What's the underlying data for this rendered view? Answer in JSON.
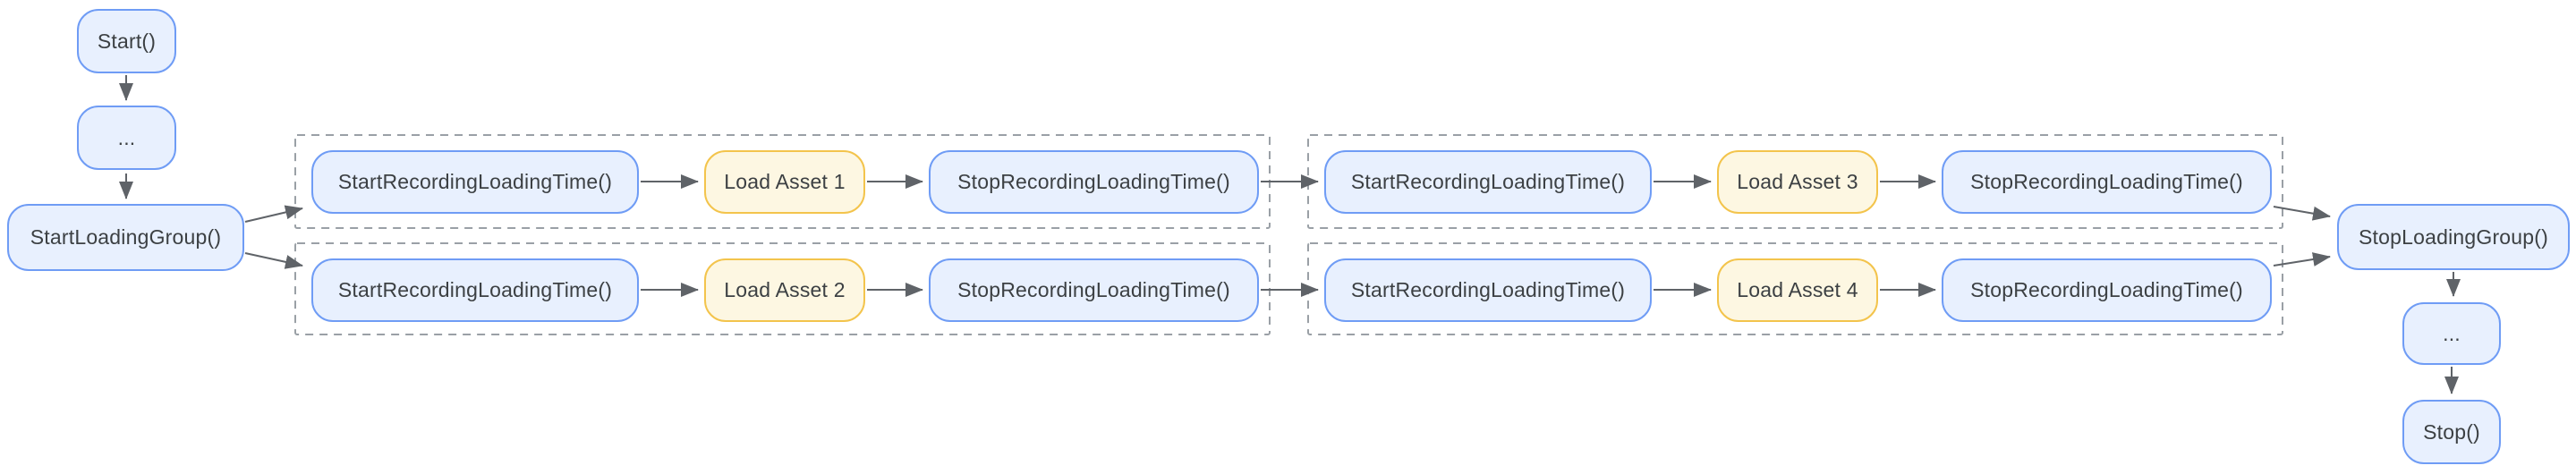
{
  "diagram": {
    "nodes": {
      "start": "Start()",
      "ellipsis_before_group": "...",
      "start_loading_group": "StartLoadingGroup()",
      "group1_row1_start_recording": "StartRecordingLoadingTime()",
      "group1_row1_load_asset": "Load Asset 1",
      "group1_row1_stop_recording": "StopRecordingLoadingTime()",
      "group1_row2_start_recording": "StartRecordingLoadingTime()",
      "group1_row2_load_asset": "Load Asset 2",
      "group1_row2_stop_recording": "StopRecordingLoadingTime()",
      "group2_row1_start_recording": "StartRecordingLoadingTime()",
      "group2_row1_load_asset": "Load Asset 3",
      "group2_row1_stop_recording": "StopRecordingLoadingTime()",
      "group2_row2_start_recording": "StartRecordingLoadingTime()",
      "group2_row2_load_asset": "Load Asset 4",
      "group2_row2_stop_recording": "StopRecordingLoadingTime()",
      "stop_loading_group": "StopLoadingGroup()",
      "ellipsis_after_group": "...",
      "stop": "Stop()"
    },
    "colors": {
      "function_node_fill": "#E8F0FE",
      "function_node_border": "#6F9CF5",
      "asset_node_fill": "#FDF7E2",
      "asset_node_border": "#F3C44C",
      "arrow": "#5F6368",
      "group_outline": "#9AA0A6",
      "text": "#3C4043"
    }
  }
}
